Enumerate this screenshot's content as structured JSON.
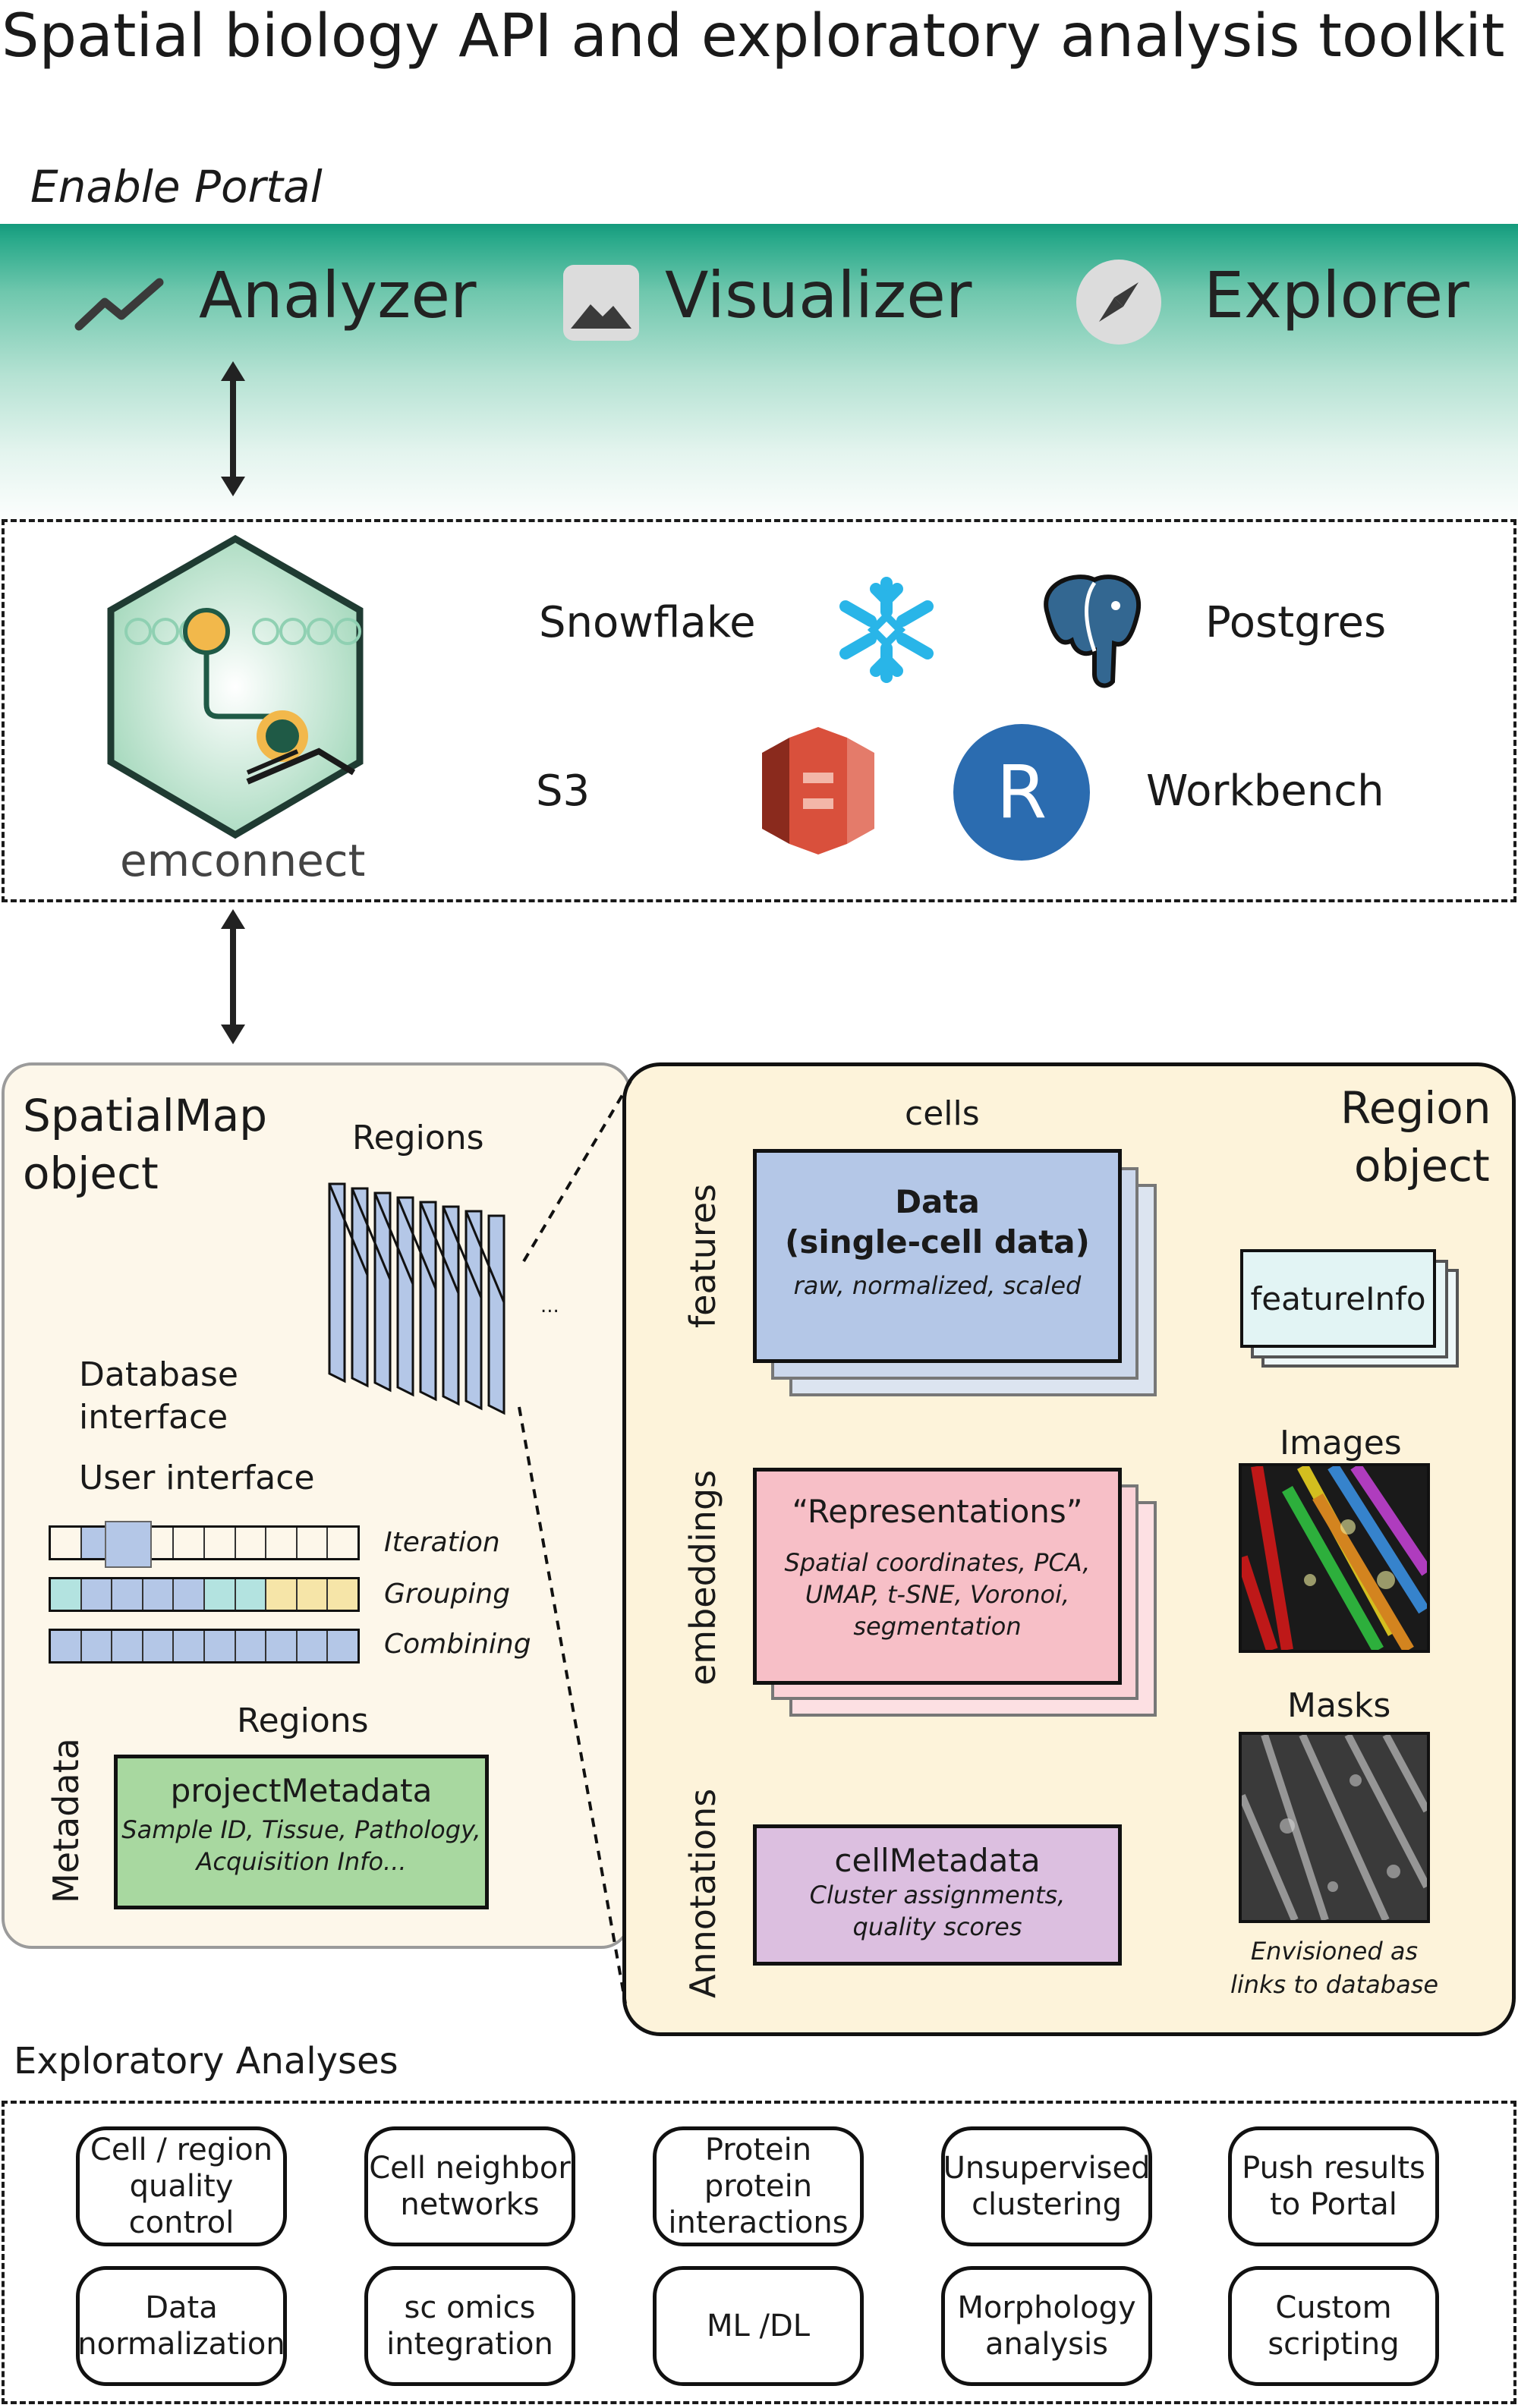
{
  "title": "Spatial biology API and exploratory analysis toolkit",
  "portal": {
    "label": "Enable Portal",
    "tools": [
      {
        "label": "Analyzer",
        "icon": "trend-line-icon"
      },
      {
        "label": "Visualizer",
        "icon": "image-icon"
      },
      {
        "label": "Explorer",
        "icon": "compass-icon"
      }
    ]
  },
  "connect": {
    "logo_label": "emconnect",
    "services": {
      "snowflake": "Snowflake",
      "postgres": "Postgres",
      "s3": "S3",
      "workbench": "Workbench",
      "r_letter": "R"
    }
  },
  "spatialmap": {
    "title_line1": "SpatialMap",
    "title_line2": "object",
    "regions_label": "Regions",
    "ellipsis": "...",
    "db_interface_line1": "Database",
    "db_interface_line2": "interface",
    "user_interface": "User interface",
    "iteration": "Iteration",
    "grouping": "Grouping",
    "combining": "Combining",
    "regions_label_2": "Regions",
    "metadata_axis": "Metadata",
    "project_metadata_title": "projectMetadata",
    "project_metadata_line1": "Sample ID, Tissue, Pathology,",
    "project_metadata_line2": "Acquisition Info..."
  },
  "region": {
    "title_line1": "Region",
    "title_line2": "object",
    "cells_label": "cells",
    "features_axis": "features",
    "embeddings_axis": "embeddings",
    "annotations_axis": "Annotations",
    "data_title_line1": "Data",
    "data_title_line2": "(single-cell data)",
    "data_sub": "raw, normalized, scaled",
    "feature_info": "featureInfo",
    "repr_title": "“Representations”",
    "repr_line1": "Spatial coordinates, PCA,",
    "repr_line2": "UMAP, t-SNE, Voronoi,",
    "repr_line3": "segmentation",
    "cellmeta_title": "cellMetadata",
    "cellmeta_line1": "Cluster assignments,",
    "cellmeta_line2": "quality scores",
    "images_label": "Images",
    "masks_label": "Masks",
    "note_line1": "Envisioned as",
    "note_line2": "links to database"
  },
  "analyses": {
    "label": "Exploratory Analyses",
    "row1": [
      {
        "l1": "Cell / region",
        "l2": "quality control"
      },
      {
        "l1": "Cell neighbor",
        "l2": "networks"
      },
      {
        "l1": "Protein protein",
        "l2": "interactions"
      },
      {
        "l1": "Unsupervised",
        "l2": "clustering"
      },
      {
        "l1": "Push results",
        "l2": "to Portal"
      }
    ],
    "row2": [
      {
        "l1": "Data",
        "l2": "normalization"
      },
      {
        "l1": "sc omics",
        "l2": "integration"
      },
      {
        "l1": "ML /DL",
        "l2": ""
      },
      {
        "l1": "Morphology",
        "l2": "analysis"
      },
      {
        "l1": "Custom",
        "l2": "scripting"
      }
    ]
  },
  "colors": {
    "teal": "#149a7c",
    "data_blue": "#b4c7e7",
    "repr_pink": "#f7bfc7",
    "cellmeta_purple": "#dcbfe0",
    "project_green": "#a8d8a0",
    "featureinfo_bg": "#e2f4f4",
    "snowflake_blue": "#29b5e8",
    "postgres_blue": "#336791",
    "s3_red": "#d9503c",
    "r_blue": "#2b6cb0"
  }
}
